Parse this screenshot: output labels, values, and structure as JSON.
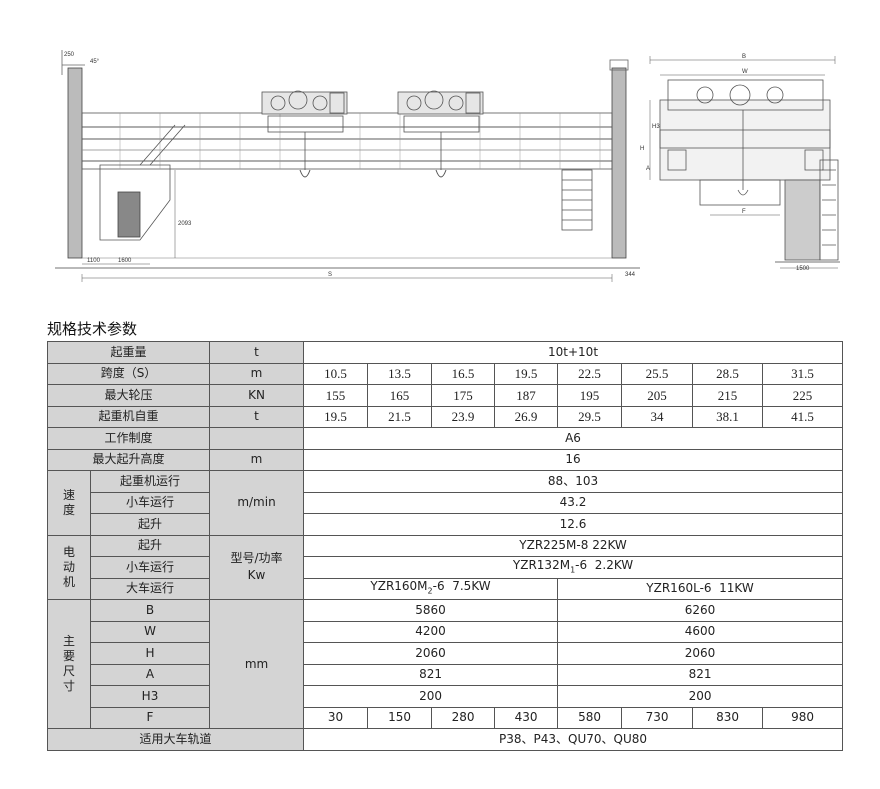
{
  "drawing": {
    "dims": {
      "d250": "250",
      "d45": "45°",
      "d1100": "1100",
      "d1600": "1600",
      "d2093": "2093",
      "dS": "S",
      "d344": "344",
      "dB": "B",
      "dW": "W",
      "dH": "H",
      "dH3": "H3",
      "dA": "A",
      "dF": "F",
      "d1500": "1500"
    }
  },
  "section_title": "规格技术参数",
  "table": {
    "row_lift": {
      "label": "起重量",
      "unit": "t",
      "value": "10t+10t"
    },
    "row_span": {
      "label": "跨度（S）",
      "unit": "m",
      "values": [
        "10.5",
        "13.5",
        "16.5",
        "19.5",
        "22.5",
        "25.5",
        "28.5",
        "31.5"
      ]
    },
    "row_wheel": {
      "label": "最大轮压",
      "unit": "KN",
      "values": [
        "155",
        "165",
        "175",
        "187",
        "195",
        "205",
        "215",
        "225"
      ]
    },
    "row_weight": {
      "label": "起重机自重",
      "unit": "t",
      "values": [
        "19.5",
        "21.5",
        "23.9",
        "26.9",
        "29.5",
        "34",
        "38.1",
        "41.5"
      ]
    },
    "row_duty": {
      "label": "工作制度",
      "value": "A6"
    },
    "row_height": {
      "label": "最大起升高度",
      "unit": "m",
      "value": "16"
    },
    "speed": {
      "group": "速\n度",
      "unit": "m/min",
      "crane": {
        "label": "起重机运行",
        "value": "88、103"
      },
      "trolley": {
        "label": "小车运行",
        "value": "43.2"
      },
      "hoist": {
        "label": "起升",
        "value": "12.6"
      }
    },
    "motor": {
      "group": "电\n动\n机",
      "unit": "型号/功率\nKw",
      "hoist": {
        "label": "起升",
        "value": "YZR225M-8  22KW"
      },
      "trolley": {
        "label": "小车运行",
        "value_pre": "YZR132M",
        "value_sub": "1",
        "value_post": "-6  2.2KW"
      },
      "crane": {
        "label": "大车运行",
        "left_pre": "YZR160M",
        "left_sub": "2",
        "left_post": "-6  7.5KW",
        "right": "YZR160L-6  11KW"
      }
    },
    "size": {
      "group": "主\n要\n尺\n寸",
      "unit": "mm",
      "B": {
        "label": "B",
        "left": "5860",
        "right": "6260"
      },
      "W": {
        "label": "W",
        "left": "4200",
        "right": "4600"
      },
      "H": {
        "label": "H",
        "left": "2060",
        "right": "2060"
      },
      "A": {
        "label": "A",
        "left": "821",
        "right": "821"
      },
      "H3": {
        "label": "H3",
        "left": "200",
        "right": "200"
      },
      "F": {
        "label": "F",
        "values": [
          "30",
          "150",
          "280",
          "430",
          "580",
          "730",
          "830",
          "980"
        ]
      }
    },
    "row_rail": {
      "label": "适用大车轨道",
      "value": "P38、P43、QU70、QU80"
    }
  }
}
